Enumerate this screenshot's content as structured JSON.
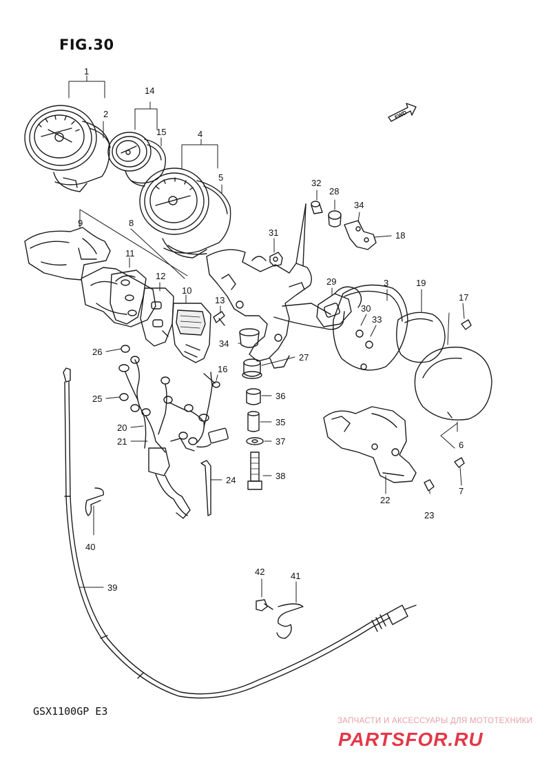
{
  "figure": {
    "title": "FIG.30",
    "model": "GSX1100GP  E3",
    "fwd_label": "FWD"
  },
  "watermark": {
    "caption": "ЗАПЧАСТИ И АКСЕССУАРЫ ДЛЯ МОТОТЕХНИКИ",
    "logo_text": "PARTSFOR.RU",
    "color": "#e33848"
  },
  "callouts": {
    "1": "1",
    "2": "2",
    "3": "3",
    "4": "4",
    "5": "5",
    "6": "6",
    "7": "7",
    "8": "8",
    "9": "9",
    "10": "10",
    "11": "11",
    "12": "12",
    "13": "13",
    "14": "14",
    "15": "15",
    "16": "16",
    "17": "17",
    "18": "18",
    "19": "19",
    "20": "20",
    "21": "21",
    "22": "22",
    "23": "23",
    "24": "24",
    "25": "25",
    "26": "26",
    "27": "27",
    "28": "28",
    "29": "29",
    "30": "30",
    "31": "31",
    "32": "32",
    "33": "33",
    "34a": "34",
    "34b": "34",
    "35": "35",
    "36": "36",
    "37": "37",
    "38": "38",
    "39": "39",
    "40": "40",
    "41": "41",
    "42": "42"
  }
}
